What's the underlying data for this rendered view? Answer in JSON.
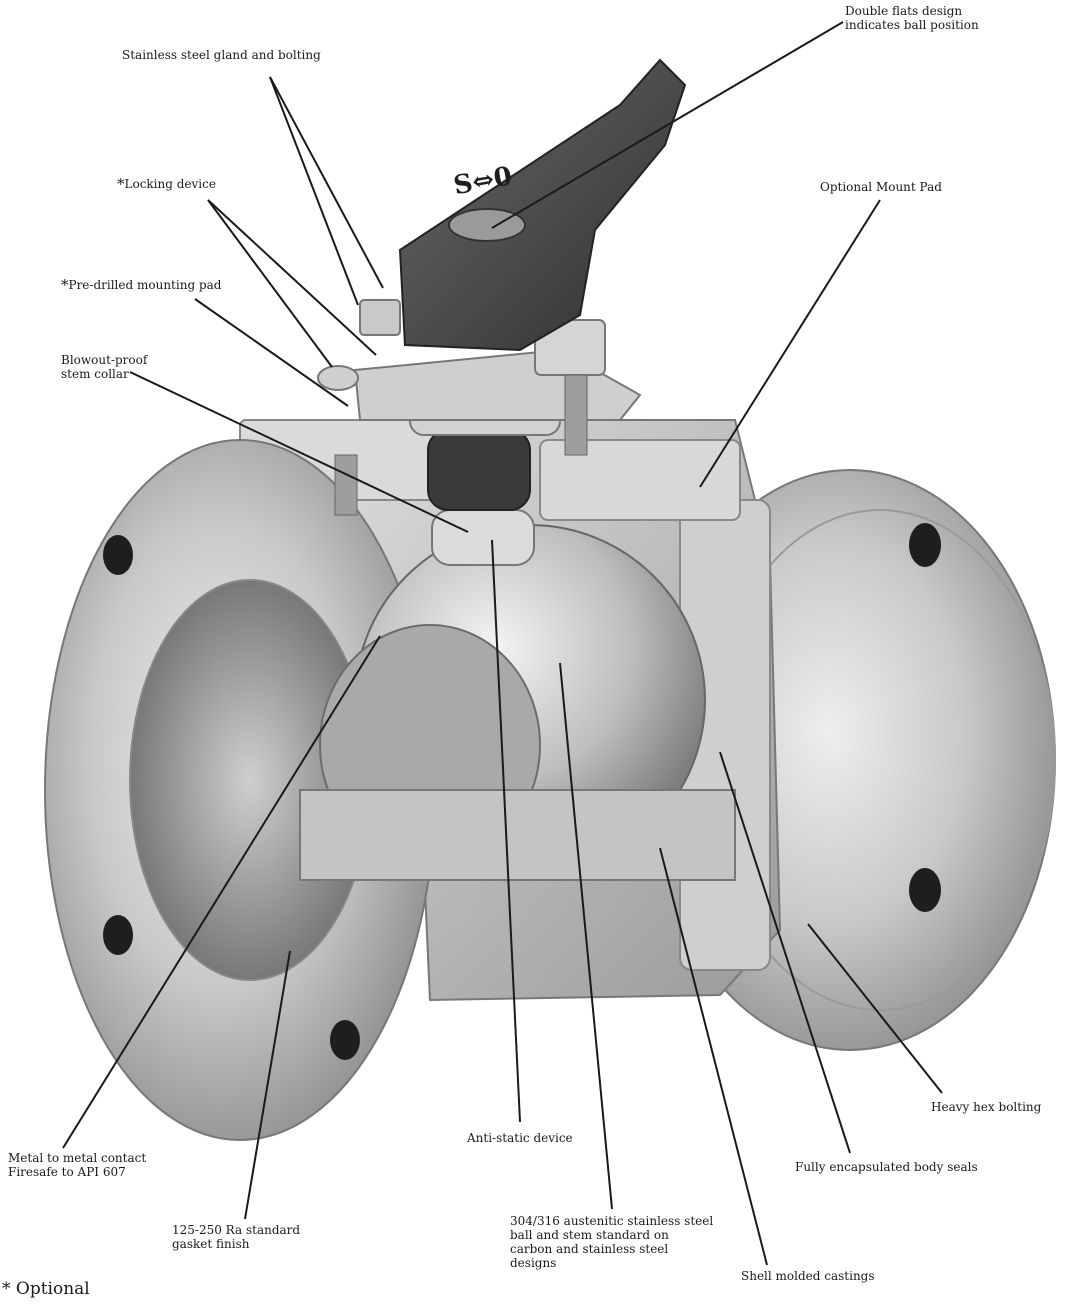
{
  "callouts": {
    "gland": {
      "text": "Stainless steel gland and bolting"
    },
    "flats": {
      "text": "Double flats design\nindicates ball position"
    },
    "locking": {
      "text": "Locking device",
      "prefix": "*"
    },
    "mount": {
      "text": "Optional Mount Pad"
    },
    "predrill": {
      "text": "Pre-drilled mounting pad",
      "prefix": "*"
    },
    "blowout": {
      "text": "Blowout-proof\nstem collar"
    },
    "metal": {
      "text": "Metal to metal contact\nFiresafe to API 607"
    },
    "antistatic": {
      "text": "Anti-static device"
    },
    "hex": {
      "text": "Heavy hex bolting"
    },
    "encaps": {
      "text": "Fully encapsulated body seals"
    },
    "gasket": {
      "text": "125-250 Ra standard\ngasket finish"
    },
    "ball": {
      "text": "304/316 austenitic stainless steel\nball and stem standard on\ncarbon and stainless steel\ndesigns"
    },
    "shell": {
      "text": "Shell molded castings"
    }
  },
  "footnote": "* Optional"
}
